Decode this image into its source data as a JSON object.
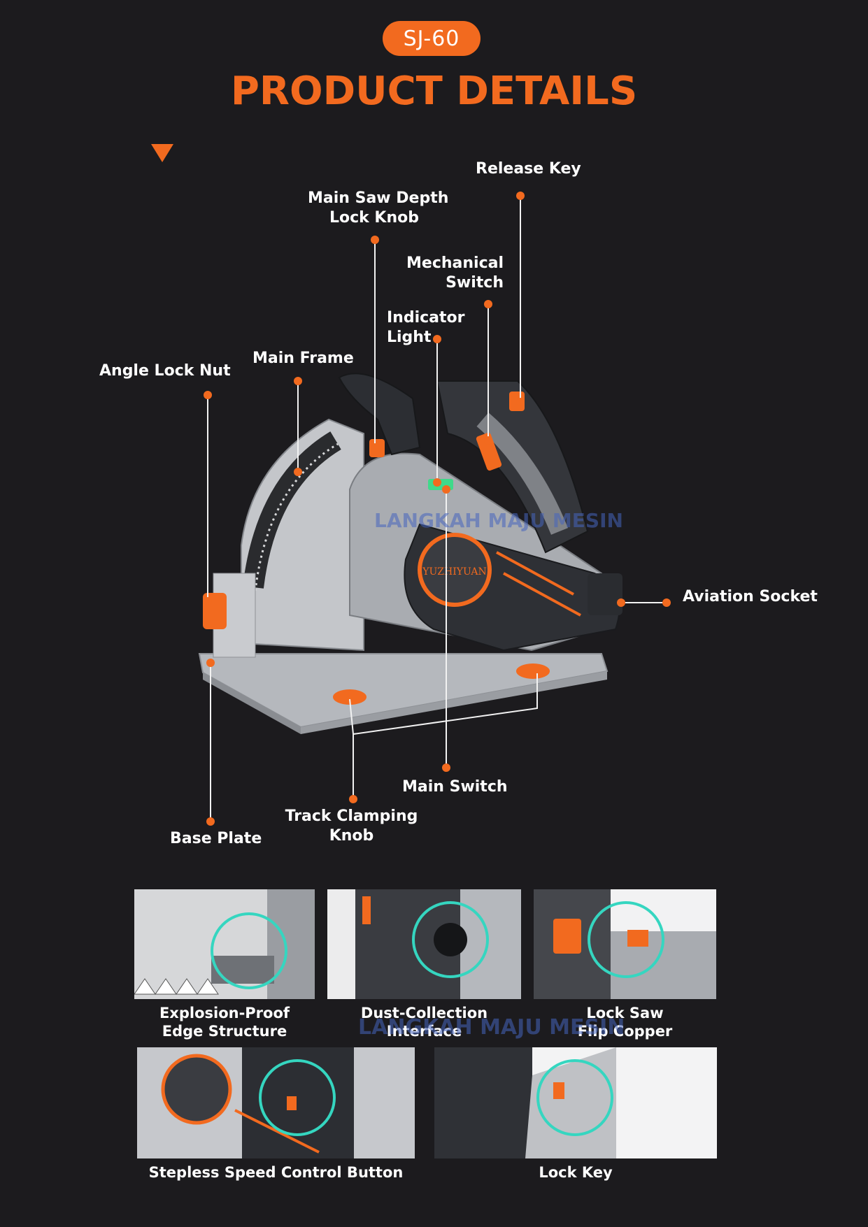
{
  "header": {
    "model_badge": "SJ-60",
    "title": "PRODUCT DETAILS"
  },
  "watermark": "LANGKAH MAJU MESIN",
  "brand_logo": "YUZHIYUAN",
  "callouts": {
    "release_key": "Release Key",
    "main_saw_depth_line1": "Main Saw Depth",
    "main_saw_depth_line2": "Lock Knob",
    "mechanical_switch_line1": "Mechanical",
    "mechanical_switch_line2": "Switch",
    "indicator_light_line1": "Indicator",
    "indicator_light_line2": "Light",
    "main_frame": "Main Frame",
    "angle_lock_nut": "Angle Lock Nut",
    "aviation_socket": "Aviation Socket",
    "main_switch": "Main Switch",
    "track_clamping_line1": "Track Clamping",
    "track_clamping_line2": "Knob",
    "base_plate": "Base Plate"
  },
  "details": [
    {
      "line1": "Explosion-Proof",
      "line2": "Edge Structure"
    },
    {
      "line1": "Dust-Collection",
      "line2": "Interface"
    },
    {
      "line1": "Lock Saw",
      "line2": "Flip Copper"
    },
    {
      "line1": "Stepless Speed Control Button",
      "line2": ""
    },
    {
      "line1": "Lock Key",
      "line2": ""
    }
  ],
  "colors": {
    "accent": "#f26a1f",
    "background": "#1c1b1e",
    "highlight_ring": "#35d6c0",
    "metal": "#b9bcc1"
  }
}
